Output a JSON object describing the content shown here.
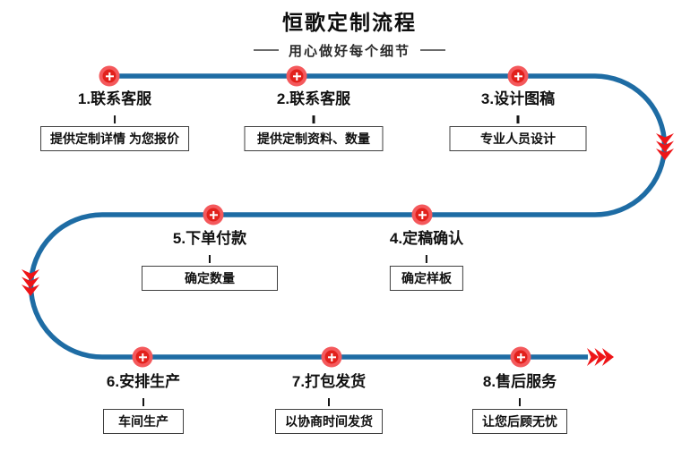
{
  "header": {
    "title": "恒歌定制流程",
    "subtitle": "用心做好每个细节"
  },
  "steps": [
    {
      "label": "1.联系客服",
      "detail": "提供定制详情 为您报价"
    },
    {
      "label": "2.联系客服",
      "detail": "提供定制资料、数量"
    },
    {
      "label": "3.设计图稿",
      "detail": "专业人员设计"
    },
    {
      "label": "4.定稿确认",
      "detail": "确定样板"
    },
    {
      "label": "5.下单付款",
      "detail": "确定数量"
    },
    {
      "label": "6.安排生产",
      "detail": "车间生产"
    },
    {
      "label": "7.打包发货",
      "detail": "以协商时间发货"
    },
    {
      "label": "8.售后服务",
      "detail": "让您后顾无忧"
    }
  ],
  "icons": {
    "marker": "plus-icon",
    "flow_direction": "triple-chevron-arrow"
  },
  "colors": {
    "path": "#1e6ca4",
    "arrow": "#ee1417",
    "marker-outer": "#f4595c",
    "marker-inner": "#e2211c",
    "ink": "#111111",
    "box-border": "#3f3f3f",
    "subtitle": "#2b2b2b",
    "dash": "#6b6b6b"
  }
}
